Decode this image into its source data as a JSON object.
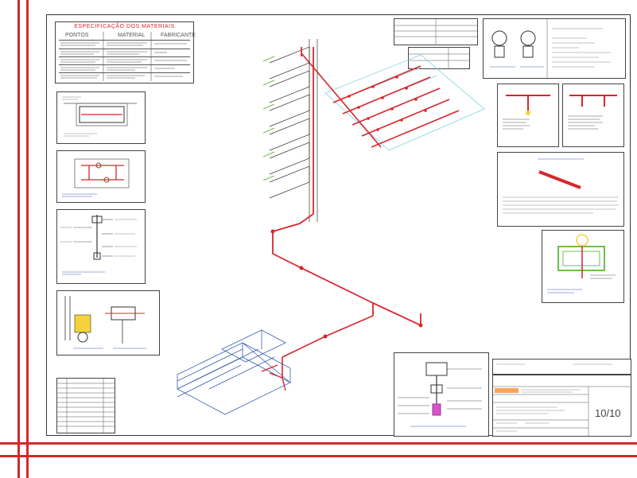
{
  "spec_table": {
    "title": "ESPECIFICAÇÃO DOS MATERIAIS",
    "col_points": "PONTOS",
    "col_material": "MATERIAL",
    "col_maker": "FABRICANTE"
  },
  "sheet_number": "10/10",
  "colors": {
    "frame": "#d8262b",
    "pipe": "#d8262b",
    "tank": "#3b5fb3",
    "drawing": "#333333",
    "cyan_grid": "#7fd3e0"
  }
}
